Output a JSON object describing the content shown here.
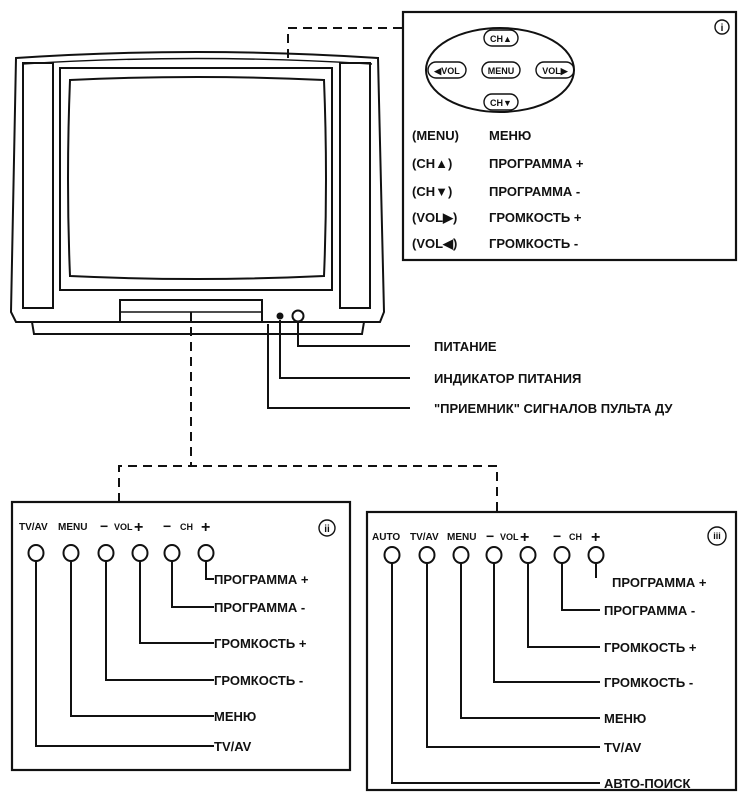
{
  "remote_panel": {
    "marker": "i",
    "buttons": {
      "ch_up": "CH▲",
      "vol_left": "◀VOL",
      "menu": "MENU",
      "vol_right": "VOL▶",
      "ch_down": "CH▼"
    },
    "legend": [
      {
        "key": "(MENU)",
        "value": "МЕНЮ"
      },
      {
        "key": "(CH▲)",
        "value": "ПРОГРАММА +"
      },
      {
        "key": "(CH▼)",
        "value": "ПРОГРАММА -"
      },
      {
        "key": "(VOL▶)",
        "value": "ГРОМКОСТЬ +"
      },
      {
        "key": "(VOL◀)",
        "value": "ГРОМКОСТЬ -"
      }
    ]
  },
  "tv_labels": {
    "power": "ПИТАНИЕ",
    "power_indicator": "ИНДИКАТОР ПИТАНИЯ",
    "receiver": "\"ПРИЕМНИК\" СИГНАЛОВ ПУЛЬТА ДУ"
  },
  "panel_ii": {
    "marker": "ii",
    "top_labels": {
      "tvav": "TV/AV",
      "menu": "MENU",
      "vol_minus": "−",
      "vol": "VOL",
      "vol_plus": "+",
      "ch_minus": "−",
      "ch": "CH",
      "ch_plus": "+"
    },
    "labels": {
      "prog_plus": "ПРОГРАММА +",
      "prog_minus": "ПРОГРАММА -",
      "vol_plus": "ГРОМКОСТЬ +",
      "vol_minus": "ГРОМКОСТЬ -",
      "menu": "МЕНЮ",
      "tvav": "TV/AV"
    }
  },
  "panel_iii": {
    "marker": "iii",
    "top_labels": {
      "auto": "AUTO",
      "tvav": "TV/AV",
      "menu": "MENU",
      "vol_minus": "−",
      "vol": "VOL",
      "vol_plus": "+",
      "ch_minus": "−",
      "ch": "CH",
      "ch_plus": "+"
    },
    "labels": {
      "prog_plus": "ПРОГРАММА +",
      "prog_minus": "ПРОГРАММА -",
      "vol_plus": "ГРОМКОСТЬ +",
      "vol_minus": "ГРОМКОСТЬ -",
      "menu": "МЕНЮ",
      "tvav": "TV/AV",
      "auto": "АВТО-ПОИСК"
    }
  }
}
